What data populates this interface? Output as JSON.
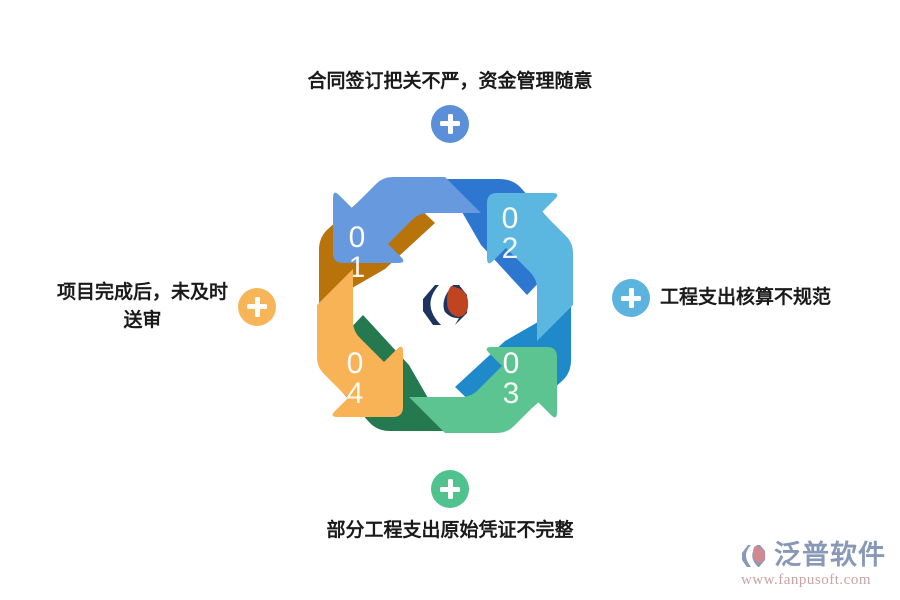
{
  "page": {
    "background": "#ffffff",
    "title": "工程支出管理问题循环图"
  },
  "diagram": {
    "type": "cycle-arrows",
    "center_logo": {
      "name": "fanpu-logo",
      "colors": [
        "#1d3461",
        "#c0441f"
      ]
    },
    "steps": [
      {
        "id": "step-01",
        "number": "01",
        "digit_top": "0",
        "digit_bottom": "1",
        "position": "top-left",
        "head_color": "#6699dd",
        "tail_color": "#2e77d0"
      },
      {
        "id": "step-02",
        "number": "02",
        "digit_top": "0",
        "digit_bottom": "2",
        "position": "top-right",
        "head_color": "#5bb7e0",
        "tail_color": "#2089c9"
      },
      {
        "id": "step-03",
        "number": "03",
        "digit_top": "0",
        "digit_bottom": "3",
        "position": "bottom-right",
        "head_color": "#5cc490",
        "tail_color": "#24794e"
      },
      {
        "id": "step-04",
        "number": "04",
        "digit_top": "0",
        "digit_bottom": "4",
        "position": "bottom-left",
        "head_color": "#f7b355",
        "tail_color": "#b8740a"
      }
    ]
  },
  "callouts": {
    "top": {
      "text": "合同签订把关不严，资金管理随意",
      "icon": "plus-circle-icon",
      "color": "#5b8fd8"
    },
    "right": {
      "text": "工程支出核算不规范",
      "icon": "plus-circle-icon",
      "color": "#5bb3de"
    },
    "bottom": {
      "text": "部分工程支出原始凭证不完整",
      "icon": "plus-circle-icon",
      "color": "#4fc28d"
    },
    "left": {
      "text": "项目完成后，未及时\n送审",
      "icon": "plus-circle-icon",
      "color": "#f7b55a"
    }
  },
  "watermark": {
    "brand": "泛普软件",
    "url": "www.fanpusoft.com",
    "icon": "fanpu-watermark-logo",
    "brand_color": "#8899b8",
    "url_color": "#c9a3a8"
  }
}
